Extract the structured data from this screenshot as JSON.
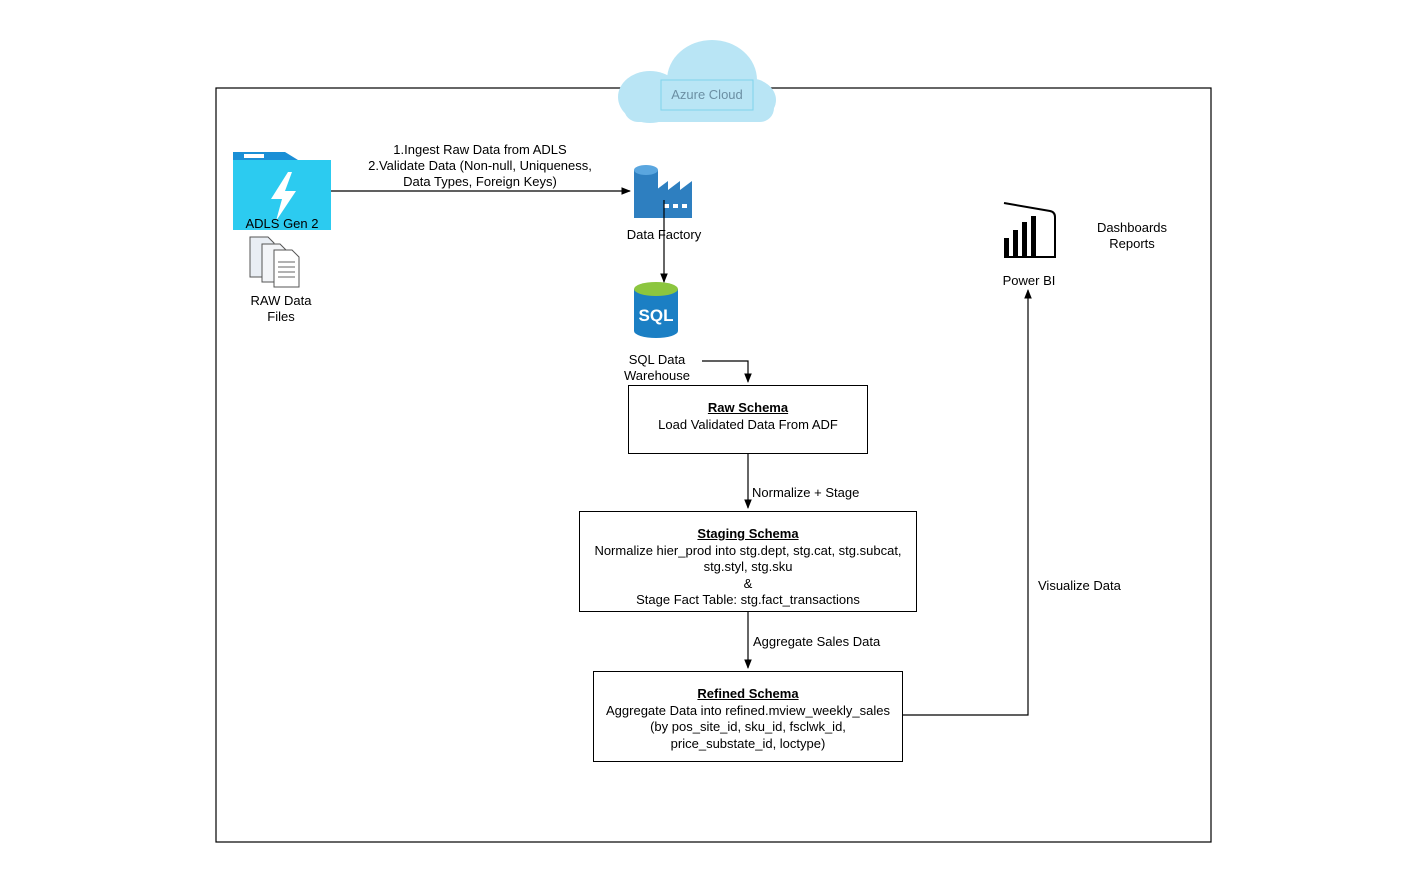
{
  "cloud": {
    "label": "Azure Cloud"
  },
  "adls": {
    "label": "ADLS Gen 2"
  },
  "raw_files": {
    "label_line1": "RAW Data",
    "label_line2": "Files"
  },
  "ingest_note": {
    "line1": "1.Ingest Raw Data from ADLS",
    "line2": "2.Validate Data (Non-null, Uniqueness,",
    "line3": "Data Types, Foreign Keys)"
  },
  "data_factory": {
    "label": "Data Factory"
  },
  "sql_dw": {
    "icon_text": "SQL",
    "label_line1": "SQL Data",
    "label_line2": "Warehouse"
  },
  "raw_schema": {
    "title": "Raw Schema",
    "line1": "Load Validated Data From ADF"
  },
  "edge_normalize": {
    "label": "Normalize + Stage"
  },
  "staging_schema": {
    "title": "Staging Schema",
    "line1": "Normalize hier_prod into stg.dept, stg.cat, stg.subcat,",
    "line2": "stg.styl, stg.sku",
    "line3": "&",
    "line4": "Stage Fact Table: stg.fact_transactions"
  },
  "edge_aggregate": {
    "label": "Aggregate Sales Data"
  },
  "refined_schema": {
    "title": "Refined Schema",
    "line1": "Aggregate Data into refined.mview_weekly_sales",
    "line2": "(by pos_site_id, sku_id, fsclwk_id,",
    "line3": "price_substate_id, loctype)"
  },
  "edge_visualize": {
    "label": "Visualize Data"
  },
  "power_bi": {
    "label": "Power BI"
  },
  "dashboards": {
    "line1": "Dashboards",
    "line2": "Reports"
  },
  "colors": {
    "folder_blue": "#1fb6e6",
    "folder_tab": "#1a8fd6",
    "cloud_fill": "#b9e5f5",
    "factory_blue": "#2e7fc0",
    "factory_light": "#5aa6df",
    "sql_blue": "#1b7fc4",
    "sql_top": "#8cc63f"
  }
}
